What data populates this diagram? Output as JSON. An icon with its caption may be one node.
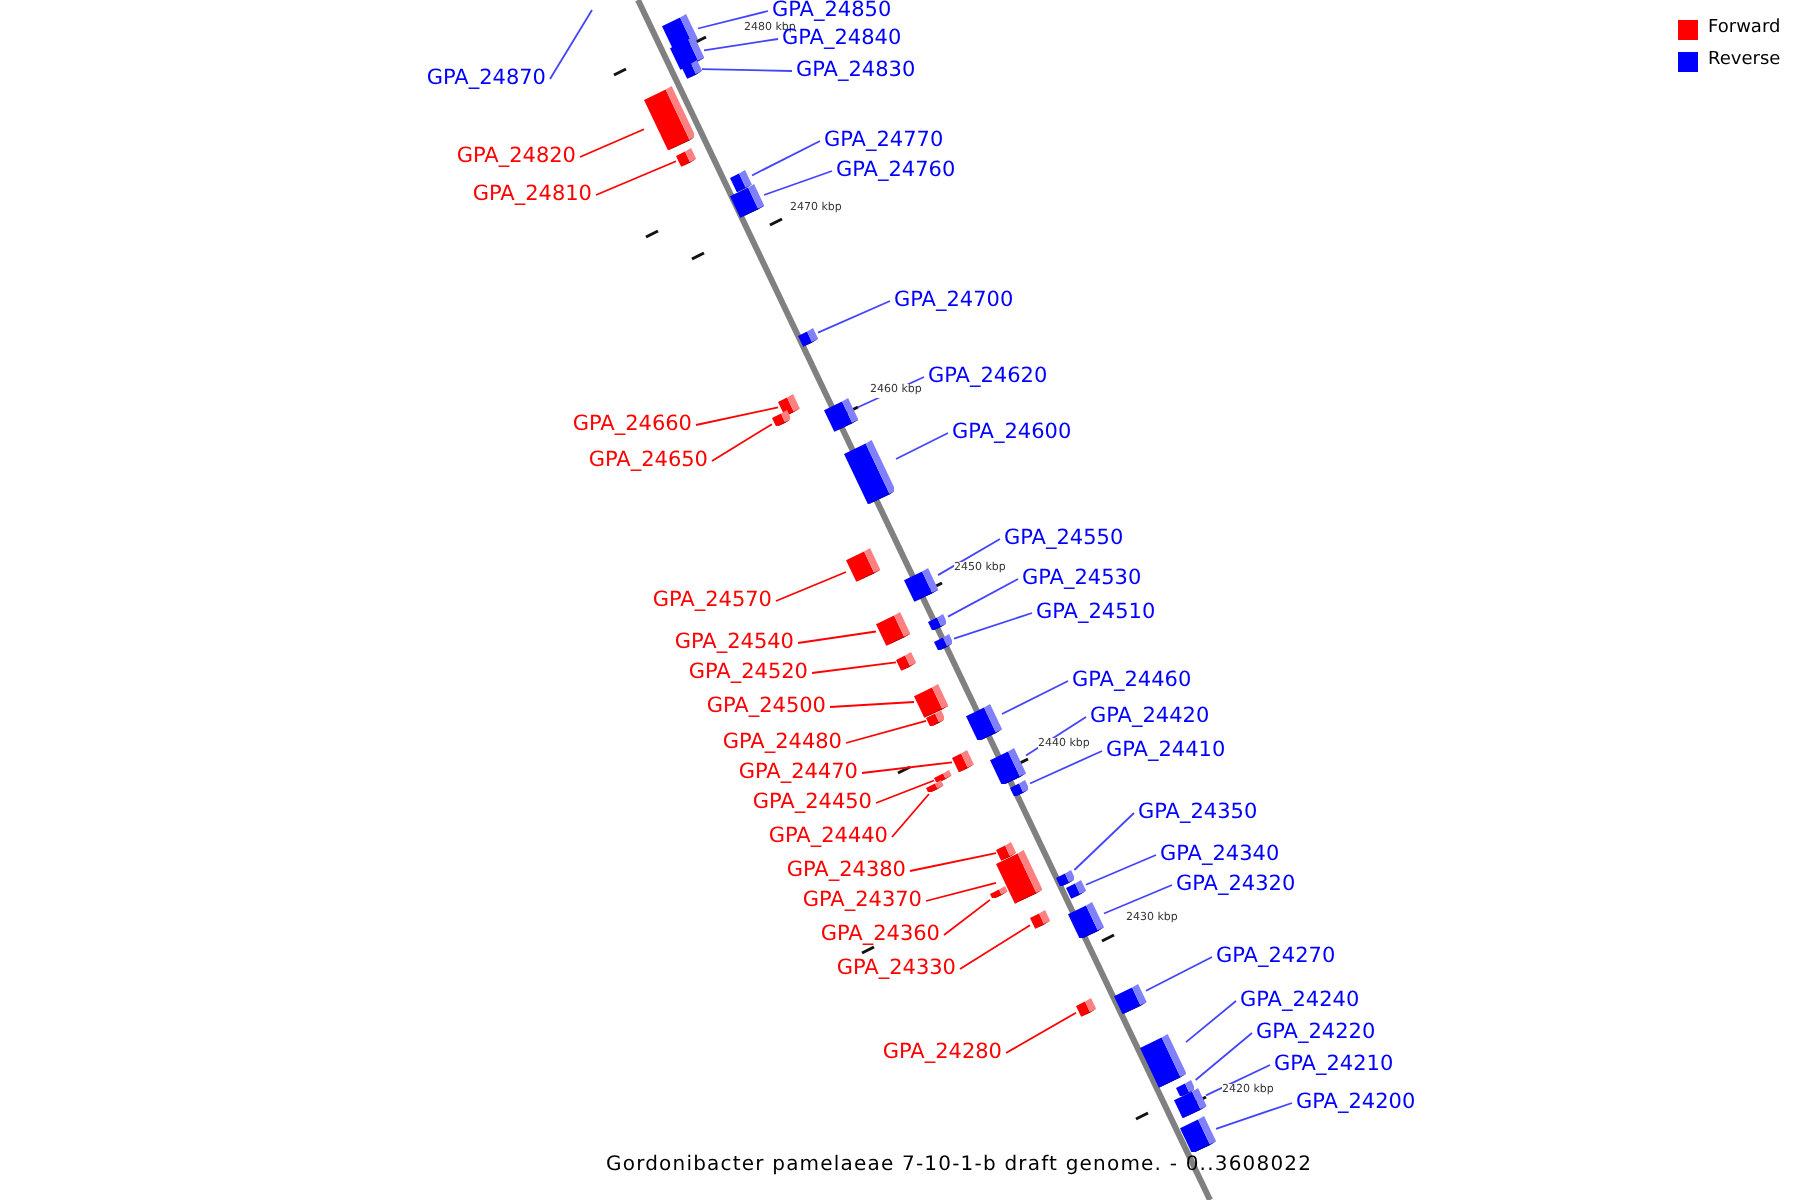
{
  "diagram": {
    "caption": "Gordonibacter pamelaeae 7-10-1-b draft genome. - 0..3608022",
    "nodes": [
      {
        "text": [
          "GPA_24850"
        ]
      },
      {
        "text": [],
        "shape": "box"
      },
      {
        "text": [
          "GPA_24840"
        ]
      },
      {
        "text": [],
        "shape": "box"
      },
      {
        "text": [
          "GPA_24830"
        ]
      },
      {
        "text": [],
        "shape": "box"
      },
      {
        "text": [
          "GPA_24870"
        ]
      },
      {
        "text": [
          "GPA_24770"
        ]
      },
      {
        "text": [],
        "shape": "box"
      },
      {
        "text": [
          "GPA_24820"
        ]
      },
      {
        "text": [],
        "shape": "box"
      },
      {
        "text": [
          "GPA_24760"
        ]
      },
      {
        "text": [],
        "shape": "box"
      },
      {
        "text": [
          "GPA_24810"
        ]
      },
      {
        "text": [],
        "shape": "box"
      },
      {
        "text": [
          "GPA_24700"
        ]
      },
      {
        "text": [],
        "shape": "box"
      },
      {
        "text": [
          "GPA_24620"
        ]
      },
      {
        "text": [],
        "shape": "box"
      },
      {
        "text": [
          "GPA_24660"
        ]
      },
      {
        "text": [],
        "shape": "box"
      },
      {
        "text": [
          "GPA_24600"
        ]
      },
      {
        "text": [],
        "shape": "box"
      },
      {
        "text": [
          "GPA_24650"
        ]
      },
      {
        "text": [],
        "shape": "box"
      },
      {
        "text": [
          "GPA_24550"
        ]
      },
      {
        "text": [],
        "shape": "box"
      },
      {
        "text": [
          "GPA_24530"
        ]
      },
      {
        "text": [],
        "shape": "box"
      },
      {
        "text": [
          "GPA_24570"
        ]
      },
      {
        "text": [],
        "shape": "box"
      },
      {
        "text": [
          "GPA_24510"
        ]
      },
      {
        "text": [],
        "shape": "box"
      },
      {
        "text": [
          "GPA_24540"
        ]
      },
      {
        "text": [],
        "shape": "box"
      },
      {
        "text": [
          "GPA_24520"
        ]
      },
      {
        "text": [],
        "shape": "box"
      },
      {
        "text": [
          "GPA_24460"
        ]
      },
      {
        "text": [],
        "shape": "box"
      },
      {
        "text": [
          "GPA_24500"
        ]
      },
      {
        "text": [],
        "shape": "box"
      },
      {
        "text": [
          "GPA_24420"
        ]
      },
      {
        "text": [],
        "shape": "box"
      },
      {
        "text": [
          "GPA_24480"
        ]
      },
      {
        "text": [],
        "shape": "box"
      },
      {
        "text": [
          "GPA_24410"
        ]
      },
      {
        "text": [],
        "shape": "box"
      },
      {
        "text": [
          "GPA_24470"
        ]
      },
      {
        "text": [],
        "shape": "box"
      },
      {
        "text": [
          "GPA_24450"
        ]
      },
      {
        "text": [],
        "shape": "box"
      },
      {
        "text": [
          "GPA_24350"
        ]
      },
      {
        "text": [],
        "shape": "box"
      },
      {
        "text": [
          "GPA_24440"
        ]
      },
      {
        "text": [],
        "shape": "box"
      },
      {
        "text": [
          "GPA_24340"
        ]
      },
      {
        "text": [],
        "shape": "box"
      },
      {
        "text": [
          "GPA_24380"
        ]
      },
      {
        "text": [],
        "shape": "box"
      },
      {
        "text": [
          "GPA_24320"
        ]
      },
      {
        "text": [],
        "shape": "box"
      },
      {
        "text": [
          "GPA_24370"
        ]
      },
      {
        "text": [],
        "shape": "box"
      },
      {
        "text": [
          "GPA_24360"
        ]
      },
      {
        "text": [],
        "shape": "box"
      },
      {
        "text": [
          "GPA_24270"
        ]
      },
      {
        "text": [],
        "shape": "box"
      },
      {
        "text": [
          "GPA_24330"
        ]
      },
      {
        "text": [],
        "shape": "box"
      },
      {
        "text": [
          "GPA_24240"
        ]
      },
      {
        "text": [],
        "shape": "box"
      },
      {
        "text": [
          "GPA_24220"
        ]
      },
      {
        "text": [],
        "shape": "box"
      },
      {
        "text": [
          "GPA_24280"
        ]
      },
      {
        "text": [],
        "shape": "box"
      },
      {
        "text": [
          "GPA_24210"
        ]
      },
      {
        "text": [],
        "shape": "box"
      },
      {
        "text": [
          "GPA_24200"
        ]
      },
      {
        "text": [],
        "shape": "box"
      }
    ],
    "edges": [
      {
        "from": 0,
        "to": 1,
        "arrow": "none"
      },
      {
        "from": 2,
        "to": 3,
        "arrow": "none"
      },
      {
        "from": 4,
        "to": 5,
        "arrow": "none"
      },
      {
        "from": 6,
        "to": null,
        "arrow": "none"
      },
      {
        "from": 7,
        "to": 8,
        "arrow": "none"
      },
      {
        "from": 9,
        "to": 10,
        "arrow": "none",
        "color": "#ff0000"
      },
      {
        "from": 11,
        "to": 12,
        "arrow": "none"
      },
      {
        "from": 13,
        "to": 14,
        "arrow": "none",
        "color": "#ff0000"
      },
      {
        "from": 15,
        "to": 16,
        "arrow": "none"
      },
      {
        "from": 17,
        "to": 18,
        "arrow": "none"
      },
      {
        "from": 19,
        "to": 20,
        "arrow": "none",
        "color": "#ff0000"
      },
      {
        "from": 21,
        "to": 22,
        "arrow": "none"
      },
      {
        "from": 23,
        "to": 24,
        "arrow": "none",
        "color": "#ff0000"
      },
      {
        "from": 25,
        "to": 26,
        "arrow": "none"
      },
      {
        "from": 27,
        "to": 28,
        "arrow": "none"
      },
      {
        "from": 29,
        "to": 30,
        "arrow": "none",
        "color": "#ff0000"
      },
      {
        "from": 31,
        "to": 32,
        "arrow": "none"
      },
      {
        "from": 33,
        "to": 34,
        "arrow": "none",
        "color": "#ff0000"
      },
      {
        "from": 35,
        "to": 36,
        "arrow": "none",
        "color": "#ff0000"
      },
      {
        "from": 37,
        "to": 38,
        "arrow": "none"
      },
      {
        "from": 39,
        "to": 40,
        "arrow": "none",
        "color": "#ff0000"
      },
      {
        "from": 41,
        "to": 42,
        "arrow": "none"
      },
      {
        "from": 43,
        "to": 44,
        "arrow": "none",
        "color": "#ff0000"
      },
      {
        "from": 45,
        "to": 46,
        "arrow": "none"
      },
      {
        "from": 47,
        "to": 48,
        "arrow": "none",
        "color": "#ff0000"
      },
      {
        "from": 49,
        "to": 50,
        "arrow": "none",
        "color": "#ff0000"
      },
      {
        "from": 51,
        "to": 52,
        "arrow": "none"
      },
      {
        "from": 53,
        "to": 54,
        "arrow": "none",
        "color": "#ff0000"
      },
      {
        "from": 55,
        "to": 56,
        "arrow": "none"
      },
      {
        "from": 57,
        "to": 58,
        "arrow": "none",
        "color": "#ff0000"
      },
      {
        "from": 59,
        "to": 60,
        "arrow": "none"
      },
      {
        "from": 61,
        "to": 62,
        "arrow": "none",
        "color": "#ff0000"
      },
      {
        "from": 63,
        "to": 64,
        "arrow": "none",
        "color": "#ff0000"
      },
      {
        "from": 65,
        "to": 66,
        "arrow": "none"
      },
      {
        "from": 67,
        "to": 68,
        "arrow": "none",
        "color": "#ff0000"
      },
      {
        "from": 69,
        "to": 70,
        "arrow": "none"
      },
      {
        "from": 71,
        "to": 72,
        "arrow": "none"
      },
      {
        "from": 73,
        "to": 74,
        "arrow": "none",
        "color": "#ff0000"
      },
      {
        "from": 75,
        "to": 76,
        "arrow": "none"
      },
      {
        "from": 77,
        "to": 78,
        "arrow": "none"
      }
    ],
    "labels": [
      "2480 kbp",
      "2470 kbp",
      "2460 kbp",
      "2450 kbp",
      "2440 kbp",
      "2430 kbp",
      "2420 kbp"
    ],
    "legend": [
      {
        "text": "Forward",
        "color": "#ff0000"
      },
      {
        "text": "Reverse",
        "color": "#0000ff"
      }
    ]
  }
}
